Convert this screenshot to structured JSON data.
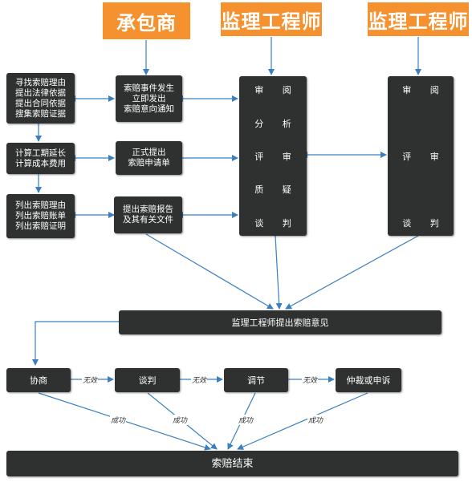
{
  "headers": {
    "contractor": "承包商",
    "supervisor_1": "监理工程师",
    "supervisor_2": "监理工程师"
  },
  "left_steps": {
    "step1": [
      "寻找索赔理由",
      "提出法律依据",
      "提出合同依据",
      "搜集索赔证据"
    ],
    "step2": [
      "计算工期延长",
      "计算成本费用"
    ],
    "step3": [
      "列出索赔理由",
      "列出索赔账单",
      "列出索赔证明"
    ]
  },
  "contractor_steps": {
    "notice": [
      "索赔事件发生",
      "立即发出",
      "索赔意向通知"
    ],
    "request": [
      "正式提出",
      "索赔申请单"
    ],
    "report": [
      "提出索赔报告",
      "及其有关文件"
    ]
  },
  "supervisor_column_1": [
    "审 阅",
    "分 析",
    "评 审",
    "质 疑",
    "谈 判"
  ],
  "supervisor_column_2": [
    "审 阅",
    "评 审",
    "谈 判"
  ],
  "opinion": "监理工程师提出索赔意见",
  "resolution_steps": [
    "协商",
    "谈判",
    "调节",
    "仲裁或申诉"
  ],
  "labels": {
    "invalid": "无效",
    "success": "成功"
  },
  "end": "索赔结束",
  "colors": {
    "header": "#f5912f",
    "box": "#2f3030",
    "arrow": "#3a7fc0"
  }
}
